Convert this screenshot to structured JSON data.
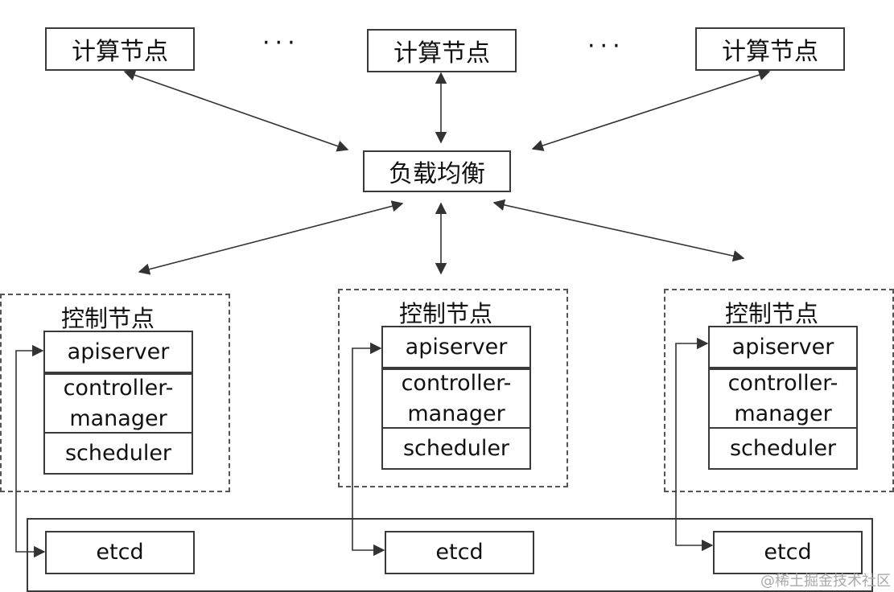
{
  "compute_nodes": [
    {
      "label": "计算节点"
    },
    {
      "label": "计算节点"
    },
    {
      "label": "计算节点"
    }
  ],
  "ellipsis": [
    "···",
    "···"
  ],
  "load_balancer": {
    "label": "负载均衡"
  },
  "control_nodes": [
    {
      "title": "控制节点",
      "components": [
        "apiserver",
        "controller-\nmanager",
        "scheduler"
      ],
      "etcd": "etcd"
    },
    {
      "title": "控制节点",
      "components": [
        "apiserver",
        "controller-\nmanager",
        "scheduler"
      ],
      "etcd": "etcd"
    },
    {
      "title": "控制节点",
      "components": [
        "apiserver",
        "controller-\nmanager",
        "scheduler"
      ],
      "etcd": "etcd"
    }
  ],
  "watermark": "@稀土掘金技术社区"
}
